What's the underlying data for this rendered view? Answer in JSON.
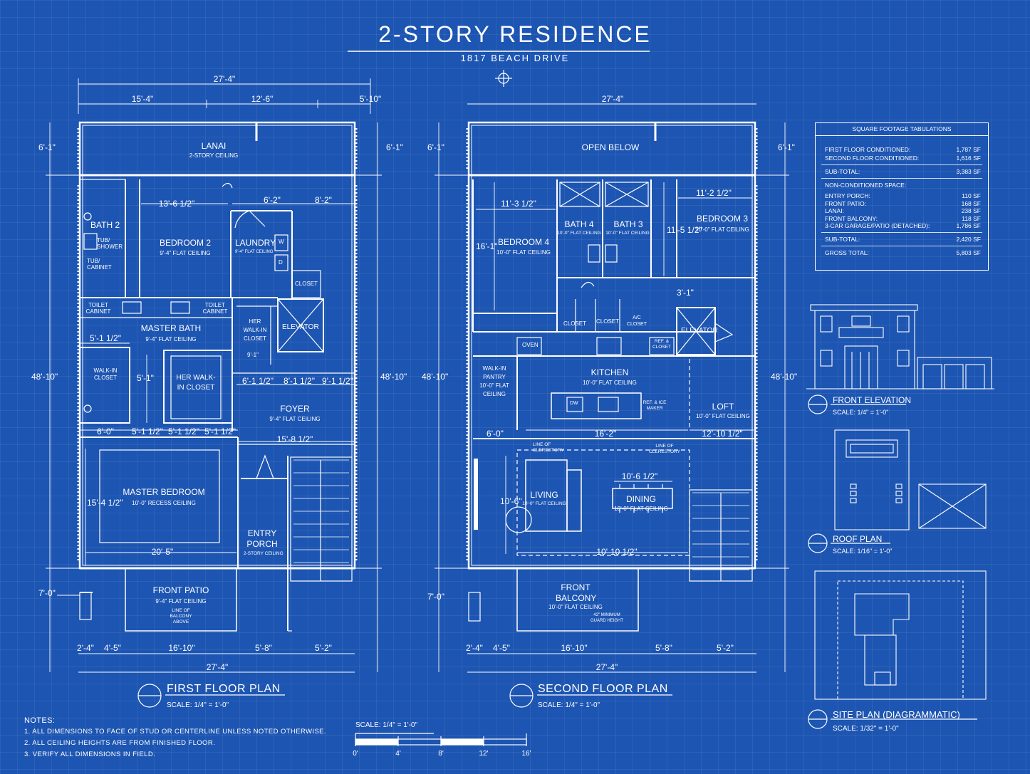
{
  "title": "2-STORY RESIDENCE",
  "subtitle": "1817 BEACH DRIVE",
  "first_floor": {
    "plan_title": "FIRST FLOOR PLAN",
    "scale": "SCALE: 1/4\" = 1'-0\"",
    "rooms": {
      "lanai": "LANAI",
      "lanai_sub": "2-STORY CEILING",
      "bath2": "BATH 2",
      "tub_shower": "TUB/ SHOWER",
      "tub_cabinet": "TUB/ CABINET",
      "bedroom2": "BEDROOM 2",
      "bedroom2_sub": "9'-4\" FLAT CEILING",
      "laundry": "LAUNDRY",
      "laundry_sub": "9'-4\" FLAT CEILING",
      "washer": "W",
      "dryer": "D",
      "closet": "CLOSET",
      "toilet_cabinet": "TOILET CABINET",
      "master_bath": "MASTER BATH",
      "master_bath_sub": "9'-4\" FLAT CEILING",
      "her_walkin": "HER WALK-IN CLOSET",
      "her_walkin2": "HER WALK-IN CLOSET",
      "walkin_closet": "WALK-IN CLOSET",
      "elevator": "ELEVATOR",
      "foyer": "FOYER",
      "foyer_sub": "9'-4\" FLAT CEILING",
      "master_bedroom": "MASTER BEDROOM",
      "master_bedroom_sub": "10'-0\" RECESS CEILING",
      "entry_porch": "ENTRY PORCH",
      "entry_porch_sub": "2-STORY CEILING",
      "front_patio": "FRONT PATIO",
      "front_patio_sub": "9'-4\" FLAT CEILING",
      "balcony_above": "LINE OF BALCONY ABOVE"
    },
    "dims": {
      "top_total": "27'-4\"",
      "top_a": "15'-4\"",
      "top_b": "12'-6\"",
      "top_right": "5'-10\"",
      "left_top": "6'-1\"",
      "right_top": "6'-1\"",
      "left_mid": "48'-10\"",
      "right_mid": "48'-10\"",
      "left_bottom": "7'-0\"",
      "bed2_w": "13'-6 1/2\"",
      "laundry_w": "6'-2\"",
      "closet_w": "8'-2\"",
      "mb_a": "5'-1 1/2\"",
      "mb_b": "5'-1\"",
      "hwc_h": "9'-1\"",
      "foyer_a": "6'-1 1/2\"",
      "foyer_b": "8'-1 1/2\"",
      "foyer_c": "9'-1 1/2\"",
      "row_a": "6'-0\"",
      "row_b": "5'-1 1/2\"",
      "row_c": "5'-1 1/2\"",
      "row_d": "5'-1 1/2\"",
      "foyer_w": "15'-8 1/2\"",
      "mbr_h": "15'-4 1/2\"",
      "mbr_w": "20'-5\"",
      "bot_a": "2'-4\"",
      "bot_b": "4'-5\"",
      "bot_c": "16'-10\"",
      "bot_d": "5'-8\"",
      "bot_e": "5'-2\"",
      "bot_total": "27'-4\""
    }
  },
  "second_floor": {
    "plan_title": "SECOND FLOOR PLAN",
    "scale": "SCALE: 1/4\" = 1'-0\"",
    "rooms": {
      "open_below": "OPEN BELOW",
      "bedroom4": "BEDROOM 4",
      "bedroom4_sub": "10'-0\" FLAT CEILING",
      "bath4": "BATH 4",
      "bath4_sub": "10'-0\" FLAT CEILING",
      "bath3": "BATH 3",
      "bath3_sub": "10'-0\" FLAT CEILING",
      "bedroom3": "BEDROOM 3",
      "bedroom3_sub": "10'-0\" FLAT CEILING",
      "closet_a": "CLOSET",
      "closet_b": "CLOSET",
      "ac_closet": "A/C CLOSET",
      "elevator": "ELEVATOR",
      "oven": "OVEN",
      "ref_closet": "REF. & CLOSET",
      "pantry": "WALK-IN PANTRY",
      "pantry_sub": "10'-0\" FLAT CEILING",
      "kitchen": "KITCHEN",
      "kitchen_sub": "10'-0\" FLAT CEILING",
      "dw": "DW",
      "ice": "REF. & ICE MAKER",
      "loft": "LOFT",
      "loft_sub": "10'-0\" FLAT CEILING",
      "clerestory_a": "LINE OF CLERESTORY",
      "clerestory_b": "LINE OF CLERESTORY",
      "living": "LIVING",
      "living_sub": "10'-0\" FLAT CEILING",
      "dining": "DINING",
      "dining_sub": "10'-0\" FLAT CEILING",
      "front_balcony": "FRONT BALCONY",
      "front_balcony_sub": "10'-0\" FLAT CEILING",
      "guard": "42\" MINIMUM GUARD HEIGHT"
    },
    "dims": {
      "top_total": "27'-4\"",
      "left_top": "6'-1\"",
      "right_top": "6'-1\"",
      "left_mid": "48'-10\"",
      "right_mid": "48'-10\"",
      "left_bottom": "7'-0\"",
      "bed4_w": "11'-3 1/2\"",
      "bed4_h": "16'-1\"",
      "bed3_w": "11'-2 1/2\"",
      "bed3_h": "11'-5 1/2\"",
      "small": "3'-1\"",
      "pantry_w": "6'-0\"",
      "kitchen_w": "16'-2\"",
      "loft_w": "12'-10 1/2\"",
      "living_h": "10'-6\"",
      "dining_w": "10'-6 1/2\"",
      "living_w": "10'-10 1/2\"",
      "bot_a": "2'-4\"",
      "bot_b": "4'-5\"",
      "bot_c": "16'-10\"",
      "bot_d": "5'-8\"",
      "bot_e": "5'-2\"",
      "bot_total": "27'-4\""
    }
  },
  "square_footage": {
    "heading": "SQUARE FOOTAGE TABULATIONS",
    "conditioned": [
      {
        "label": "FIRST FLOOR CONDITIONED:",
        "value": "1,787 SF"
      },
      {
        "label": "SECOND FLOOR CONDITIONED:",
        "value": "1,616 SF"
      }
    ],
    "subtotal1": {
      "label": "SUB-TOTAL:",
      "value": "3,383 SF"
    },
    "nonconditioned_heading": "NON-CONDITIONED SPACE:",
    "nonconditioned": [
      {
        "label": "ENTRY PORCH:",
        "value": "110 SF"
      },
      {
        "label": "FRONT PATIO:",
        "value": "168 SF"
      },
      {
        "label": "LANAI:",
        "value": "238 SF"
      },
      {
        "label": "FRONT BALCONY:",
        "value": "118 SF"
      },
      {
        "label": "3-CAR GARAGE/PATIO (DETACHED):",
        "value": "1,786 SF"
      }
    ],
    "subtotal2": {
      "label": "SUB-TOTAL:",
      "value": "2,420 SF"
    },
    "gross": {
      "label": "GROSS TOTAL:",
      "value": "5,803 SF"
    }
  },
  "front_elevation": {
    "title": "FRONT ELEVATION",
    "scale": "SCALE: 1/4\" = 1'-0\""
  },
  "roof_plan": {
    "title": "ROOF PLAN",
    "scale": "SCALE: 1/16\" = 1'-0\""
  },
  "site_plan": {
    "title": "SITE PLAN (DIAGRAMMATIC)",
    "scale": "SCALE: 1/32\" = 1'-0\""
  },
  "notes": {
    "heading": "NOTES:",
    "items": [
      "1. ALL DIMENSIONS TO FACE OF STUD OR CENTERLINE UNLESS NOTED OTHERWISE.",
      "2. ALL CEILING HEIGHTS ARE FROM FINISHED FLOOR.",
      "3. VERIFY ALL DIMENSIONS IN FIELD."
    ]
  },
  "scale_bar": {
    "label": "SCALE: 1/4\" = 1'-0\"",
    "ticks": [
      "0'",
      "4'",
      "8'",
      "12'",
      "16'"
    ]
  },
  "colors": {
    "background": "#1d55b2",
    "line": "#ffffff"
  }
}
